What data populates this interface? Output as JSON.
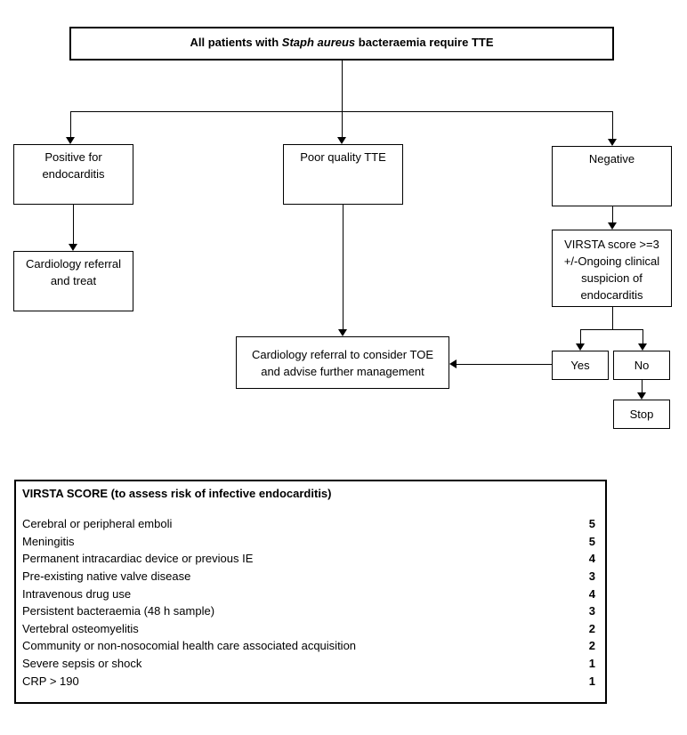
{
  "flowchart": {
    "top_box": {
      "before": "All patients with ",
      "italic": "Staph aureus",
      "after": " bacteraemia require TTE"
    },
    "positive_box": {
      "line1": "Positive for",
      "line2": "endocarditis"
    },
    "poor_box": {
      "label": "Poor quality TTE"
    },
    "negative_box": {
      "label": "Negative"
    },
    "treat_box": {
      "line1": "Cardiology referral",
      "line2": "and treat"
    },
    "virsta_box": {
      "line1": "VIRSTA score >=3",
      "line2": "+/-Ongoing clinical",
      "line3": "suspicion of",
      "line4": "endocarditis"
    },
    "toe_box": {
      "line1": "Cardiology referral to consider TOE",
      "line2": "and advise further management"
    },
    "yes_box": {
      "label": "Yes"
    },
    "no_box": {
      "label": "No"
    },
    "stop_box": {
      "label": "Stop"
    }
  },
  "score_table": {
    "title": "VIRSTA SCORE (to assess risk of infective endocarditis)",
    "rows": [
      {
        "label": "Cerebral or peripheral emboli",
        "score": "5"
      },
      {
        "label": "Meningitis",
        "score": "5"
      },
      {
        "label": "Permanent intracardiac device or previous IE",
        "score": "4"
      },
      {
        "label": "Pre-existing native valve disease",
        "score": "3"
      },
      {
        "label": "Intravenous drug use",
        "score": "4"
      },
      {
        "label": "Persistent bacteraemia (48 h sample)",
        "score": "3"
      },
      {
        "label": "Vertebral osteomyelitis",
        "score": "2"
      },
      {
        "label": "Community or non-nosocomial health care associated acquisition",
        "score": "2"
      },
      {
        "label": "Severe sepsis or shock",
        "score": "1"
      },
      {
        "label": "CRP > 190",
        "score": "1"
      }
    ]
  },
  "colors": {
    "background": "#ffffff",
    "line": "#000000",
    "text": "#000000"
  }
}
